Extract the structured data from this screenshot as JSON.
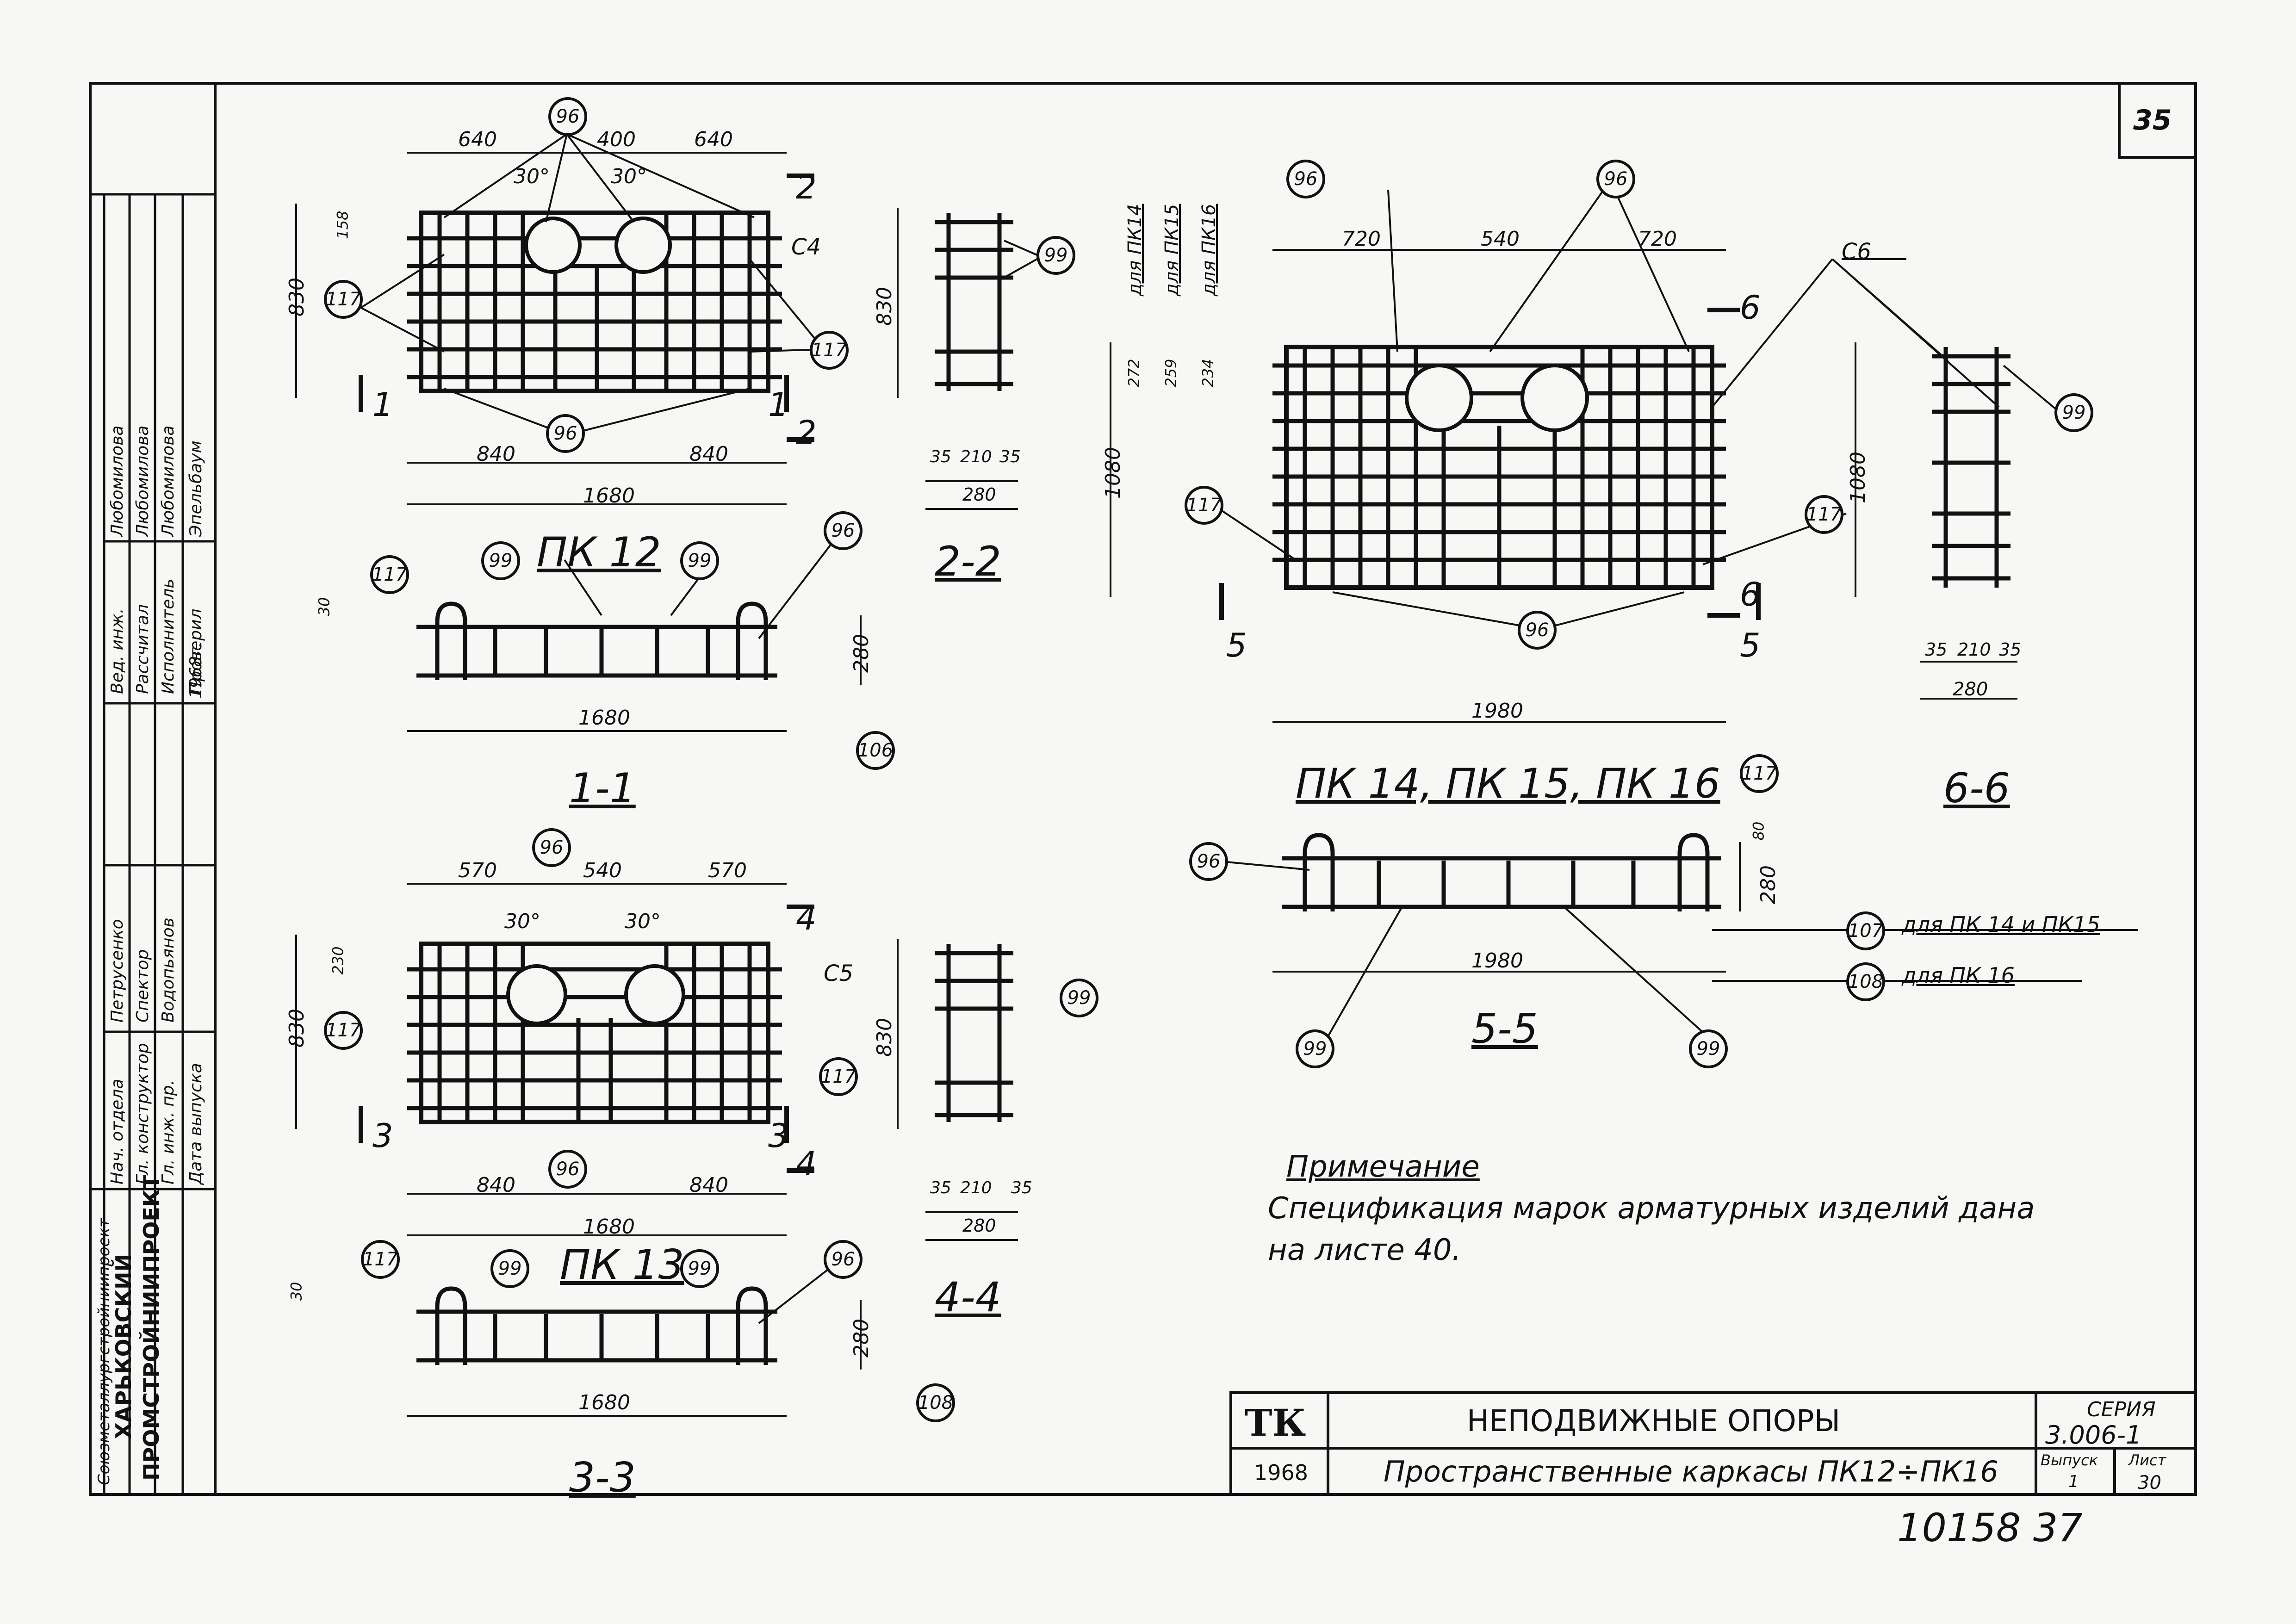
{
  "sheet": {
    "number": "35",
    "bottom_code": "10158 37"
  },
  "title_block": {
    "logo": "ТК",
    "year": "1968",
    "title": "НЕПОДВИЖНЫЕ ОПОРЫ",
    "subtitle": "Пространственные каркасы ПК12÷ПК16",
    "series_label": "СЕРИЯ",
    "series_value": "3.006-1",
    "issue_label": "Выпуск",
    "issue_value": "1",
    "sheet_label": "Лист",
    "sheet_value": "30"
  },
  "stamp": {
    "org_top": "Союзметаллургстройниипроект",
    "org_city": "ХАРЬКОВСКИЙ",
    "org_name": "ПРОМСТРОЙНИИПРОЕКТ",
    "rows": [
      [
        "Нач. отдела",
        "Петрусенко"
      ],
      [
        "Гл. конструктор",
        "Спектор"
      ],
      [
        "Гл. инж. пр.",
        "Водопьянов"
      ],
      [
        "Дата выпуска",
        "1968г."
      ],
      [
        "Вед. инж.",
        "Любомилова"
      ],
      [
        "Рассчитал",
        "Любомилова"
      ],
      [
        "Исполнитель",
        "Любомилова"
      ],
      [
        "Проверил",
        "Эпельбаум"
      ]
    ]
  },
  "note": {
    "heading": "Примечание",
    "line1": "Спецификация марок арматурных изделий дана",
    "line2": "на листе 40."
  },
  "captions": {
    "pk12": "ПК 12",
    "pk13": "ПК 13",
    "pk14_16": "ПК 14, ПК 15, ПК 16",
    "s11": "1-1",
    "s22": "2-2",
    "s33": "3-3",
    "s44": "4-4",
    "s55": "5-5",
    "s66": "6-6"
  },
  "marks": {
    "cs4": "С4",
    "cs5": "С5",
    "cs6": "С6",
    "for_pk14": "для ПК14",
    "for_pk15": "для ПК15",
    "for_pk16": "для ПК16",
    "note107": "для ПК 14 и ПК15",
    "note108": "для ПК 16"
  },
  "dims": {
    "pk12": {
      "top_left": "640",
      "top_mid": "400",
      "top_right": "640",
      "height": "830",
      "small": "158",
      "bot_left": "840",
      "bot_right": "840",
      "total": "1680",
      "angle": "30°"
    },
    "pk13": {
      "top_left": "570",
      "top_mid": "540",
      "top_right": "570",
      "height": "830",
      "small": "230",
      "bot_left": "840",
      "bot_right": "840",
      "total": "1680",
      "angle": "30°"
    },
    "pk14": {
      "top_left": "720",
      "top_mid": "540",
      "top_right": "720",
      "height": "1080",
      "h1": "272",
      "h2": "259",
      "h3": "234",
      "total": "1980"
    },
    "side": {
      "a": "35",
      "b": "210",
      "c": "35",
      "w": "280",
      "h830": "830",
      "h1080": "1080"
    },
    "sec": {
      "top": "30",
      "h": "280",
      "len1680": "1680",
      "len1980": "1980",
      "top80": "80"
    }
  },
  "callouts": {
    "c96": "96",
    "c99": "99",
    "c117": "117",
    "c106": "106",
    "c107": "107",
    "c108": "108"
  },
  "section_marks": {
    "n1": "1",
    "n2": "2",
    "n3": "3",
    "n4": "4",
    "n5": "5",
    "n6": "6"
  }
}
